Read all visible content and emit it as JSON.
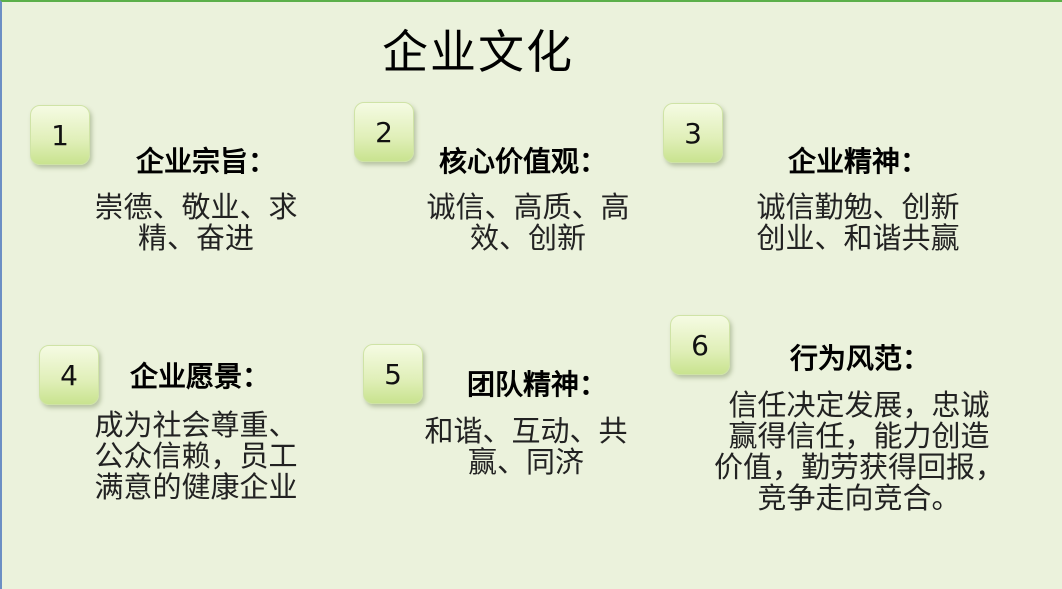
{
  "title": "企业文化",
  "items": [
    {
      "num": "1",
      "heading": "企业宗旨：",
      "body": "崇德、敬业、求\n精、奋进"
    },
    {
      "num": "2",
      "heading": "核心价值观：",
      "body": "诚信、高质、高\n效、创新"
    },
    {
      "num": "3",
      "heading": "企业精神：",
      "body": "诚信勤勉、创新\n创业、和谐共赢"
    },
    {
      "num": "4",
      "heading": "企业愿景：",
      "body": "成为社会尊重、\n公众信赖，员工\n满意的健康企业"
    },
    {
      "num": "5",
      "heading": "团队精神：",
      "body": "和谐、互动、共\n赢、同济"
    },
    {
      "num": "6",
      "heading": "行为风范：",
      "body": "信任决定发展，忠诚\n赢得信任，能力创造\n价值，勤劳获得回报，\n竞争走向竞合。"
    }
  ]
}
